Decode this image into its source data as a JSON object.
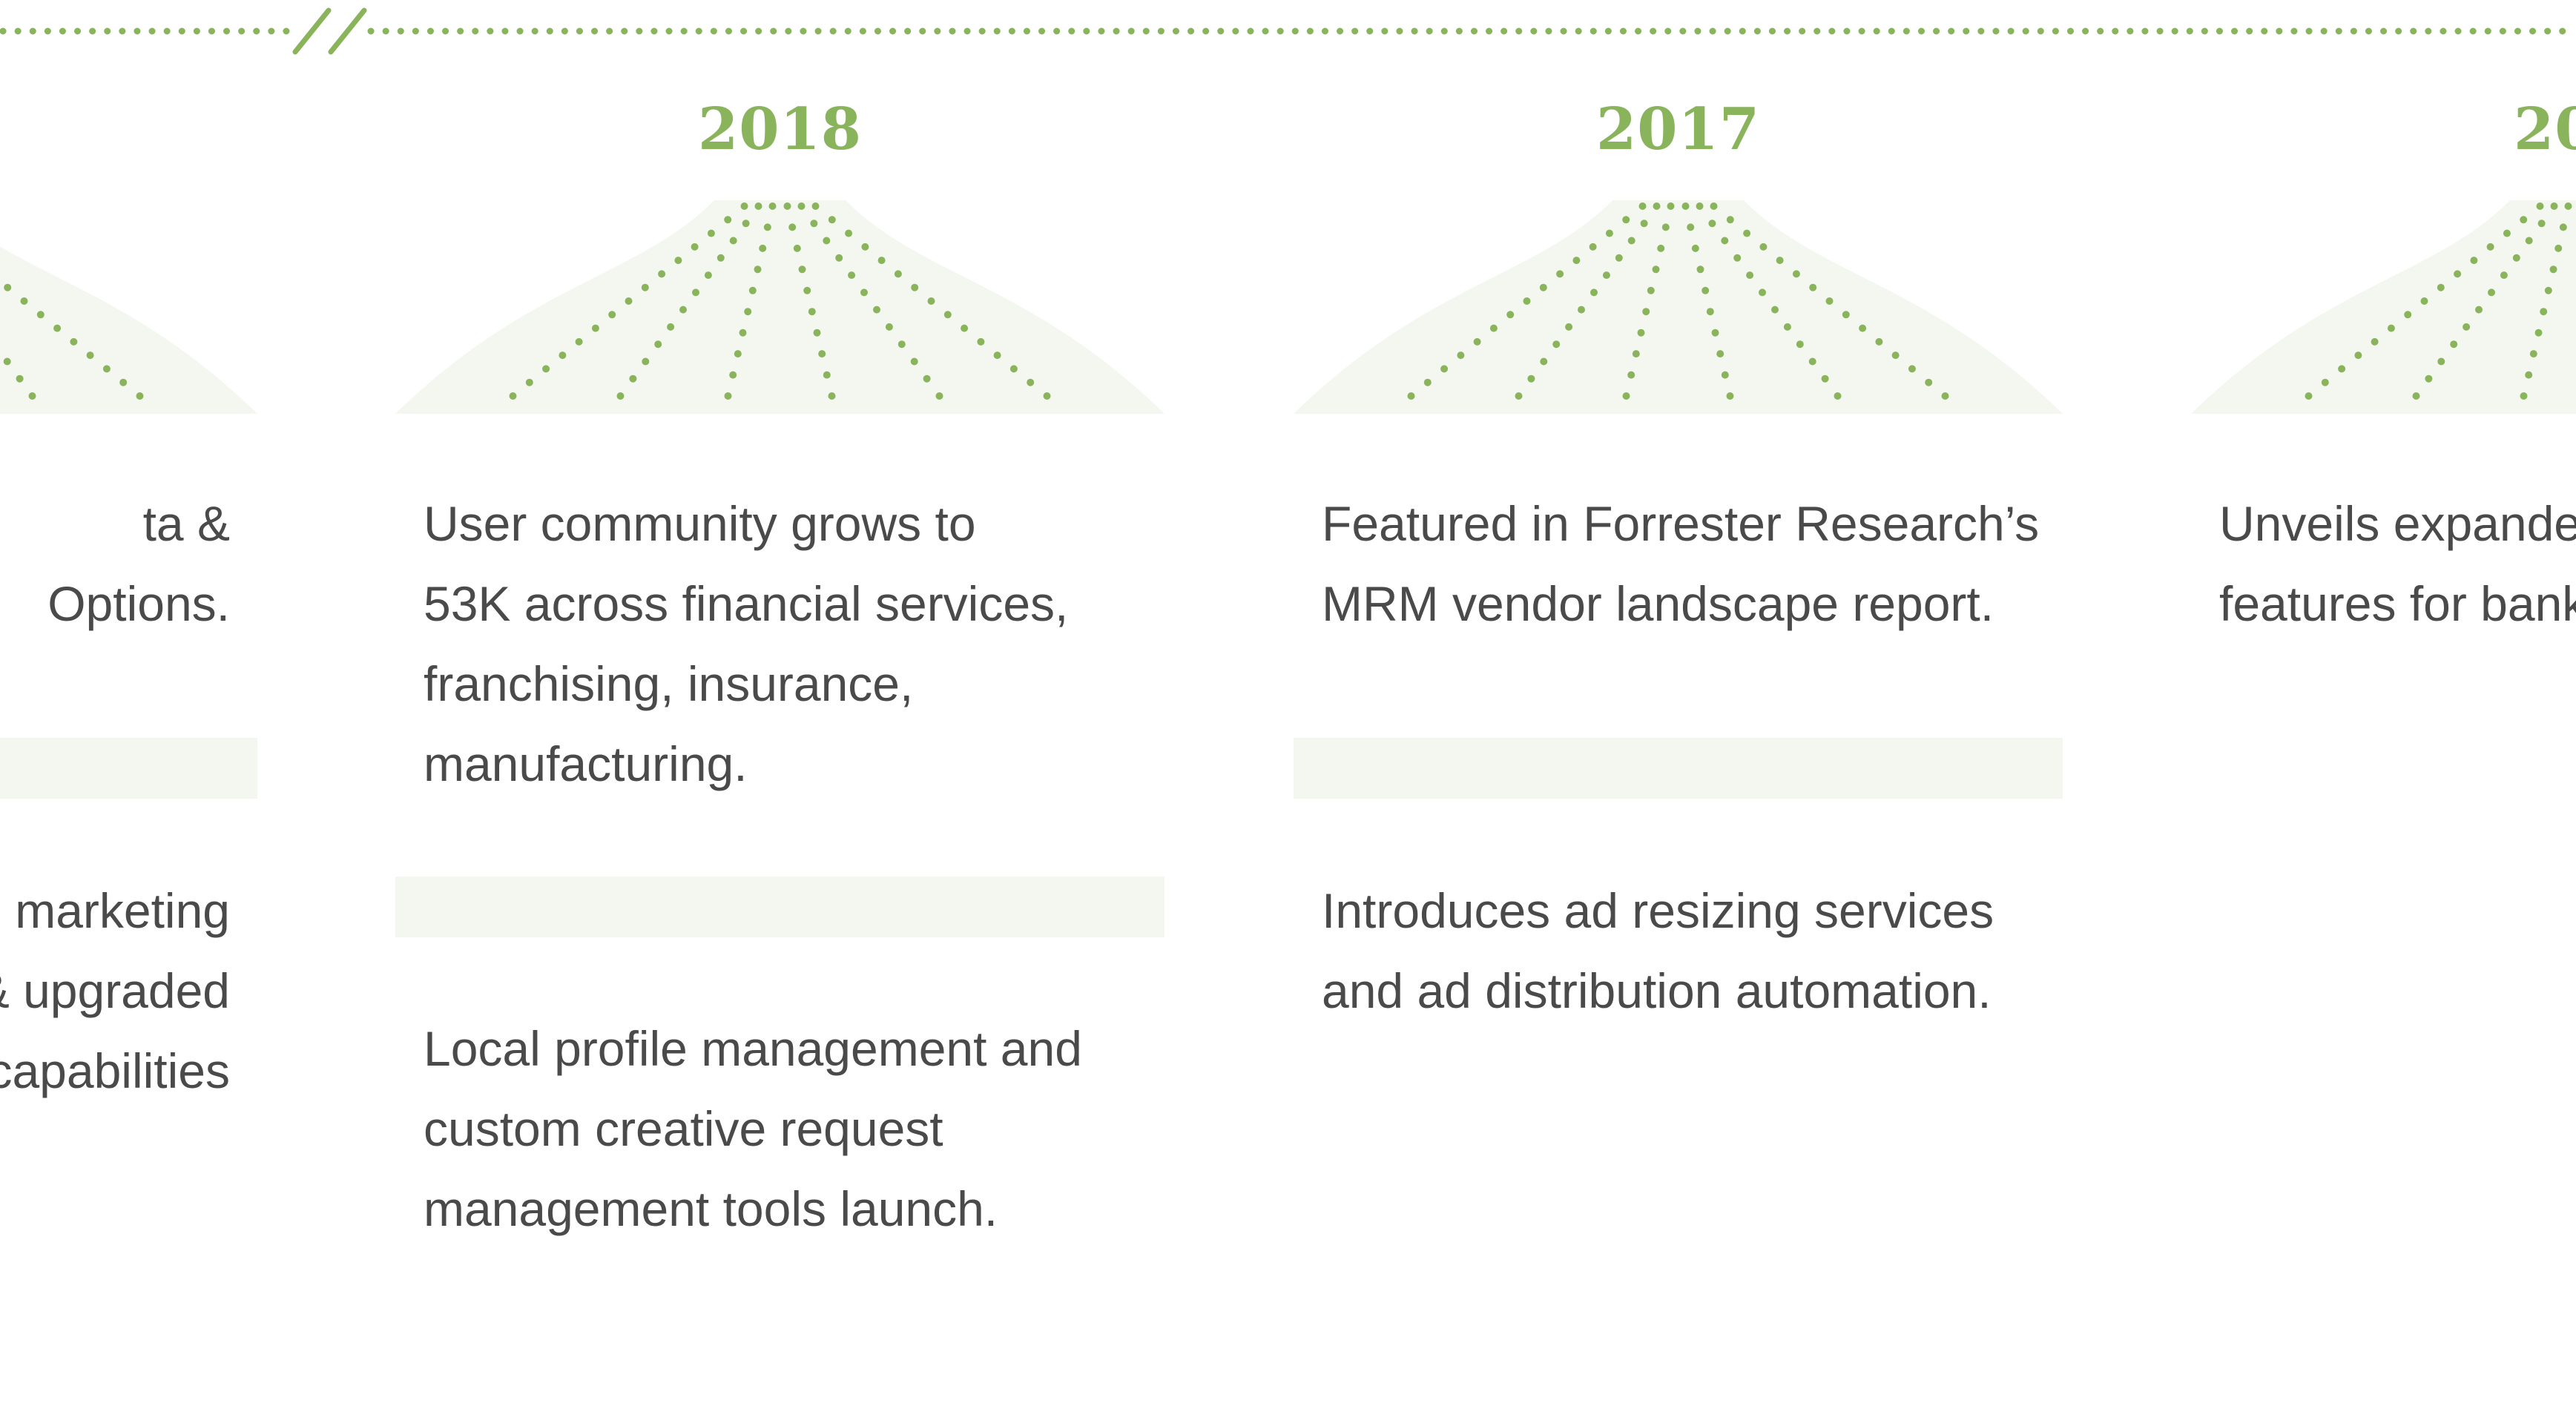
{
  "colors": {
    "accent": "#8ab45c",
    "band": "#f4f7ef",
    "text": "#4a4a4a"
  },
  "timeline": {
    "break_icon": "double-slash-icon"
  },
  "columns": [
    {
      "year": "",
      "entries": [
        "ta &\nOptions.",
        "marketing\n& upgraded\ncapabilities"
      ]
    },
    {
      "year": "2018",
      "entries": [
        "User community grows to\n53K across financial services,\nfranchising, insurance,\nmanufacturing.",
        "Local profile management and\ncustom creative request\nmanagement tools launch."
      ]
    },
    {
      "year": "2017",
      "entries": [
        "Featured in Forrester Research’s\nMRM vendor landscape report.",
        "Introduces ad resizing services\nand ad distribution automation."
      ]
    },
    {
      "year": "20",
      "entries": [
        "Unveils expande\nfeatures for bank"
      ]
    }
  ]
}
